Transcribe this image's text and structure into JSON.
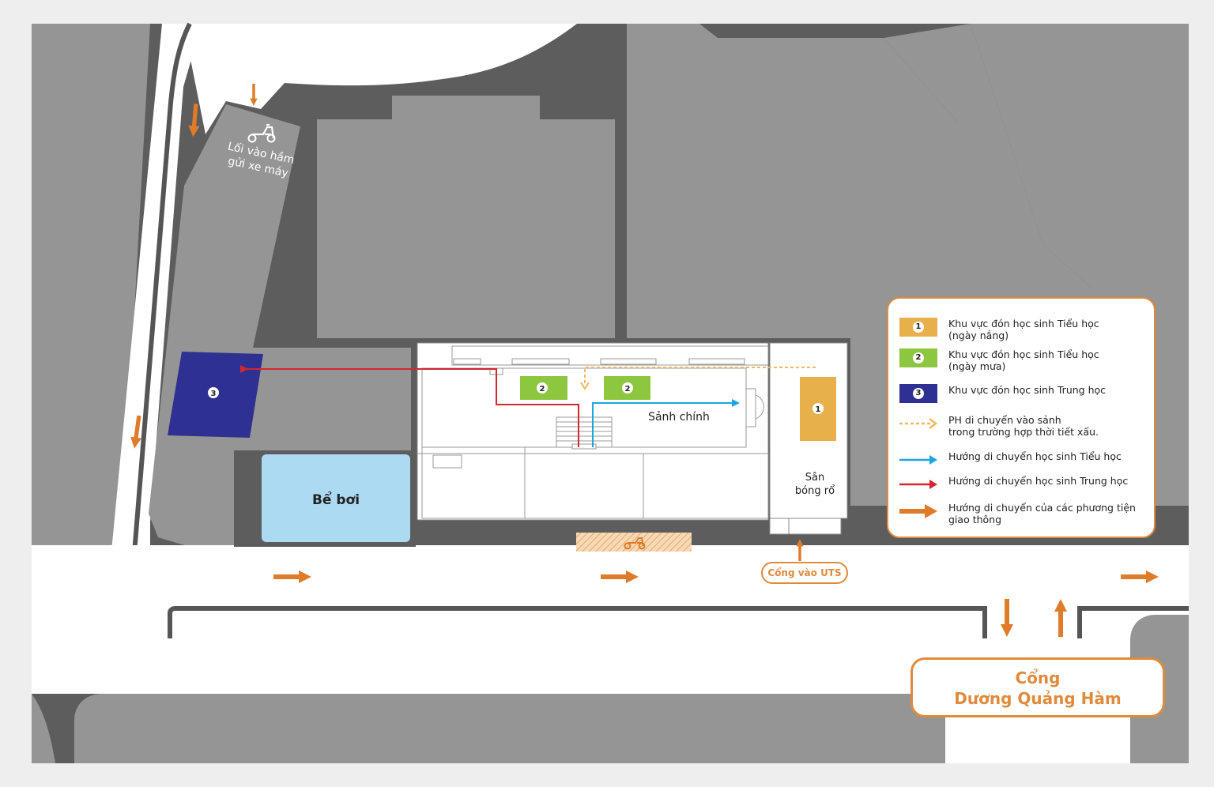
{
  "labels": {
    "parking_entry": [
      "Lối vào hầm",
      "gửi xe máy"
    ],
    "pool": "Bể bơi",
    "main_hall": "Sảnh chính",
    "court": [
      "Sân",
      "bóng rổ"
    ],
    "gate_uts": "Cổng vào UTS",
    "gate_main": [
      "Cổng",
      "Dương Quảng Hàm"
    ]
  },
  "zones": {
    "zone1_num": "1",
    "zone2_num": "2",
    "zone3_num": "3"
  },
  "legend": [
    {
      "type": "swatch",
      "color": "#e8b04b",
      "num": "1",
      "text": "Khu vực đón học sinh Tiểu học\n(ngày nắng)"
    },
    {
      "type": "swatch",
      "color": "#8dc63f",
      "num": "2",
      "text": "Khu vực đón học sinh Tiểu học\n(ngày mưa)"
    },
    {
      "type": "swatch",
      "color": "#2e3191",
      "num": "3",
      "text": "Khu vực đón học sinh Trung học"
    },
    {
      "type": "dashed-arrow",
      "color": "#f0b860",
      "text": "PH di chuyển vào sảnh\ntrong trường hợp thời tiết xấu."
    },
    {
      "type": "arrow",
      "color": "#1aa7e0",
      "text": "Hướng di chuyển học sinh Tiểu học"
    },
    {
      "type": "arrow",
      "color": "#d22630",
      "text": "Hướng di chuyển học sinh Trung học"
    },
    {
      "type": "thick-arrow",
      "color": "#e07b2a",
      "text": "Hướng di chuyển của các phương tiện\ngiao thông"
    }
  ],
  "colors": {
    "building": "#959595",
    "dark": "#5d5d5d",
    "road": "#ffffff",
    "pool": "#acdaf3",
    "zone1": "#e8b04b",
    "zone2": "#8dc63f",
    "zone3": "#2e3191",
    "orange": "#e07b2a",
    "red": "#d22630",
    "blue": "#1aa7e0"
  },
  "icons": [
    "scooter-icon",
    "traffic-arrow-icon"
  ]
}
